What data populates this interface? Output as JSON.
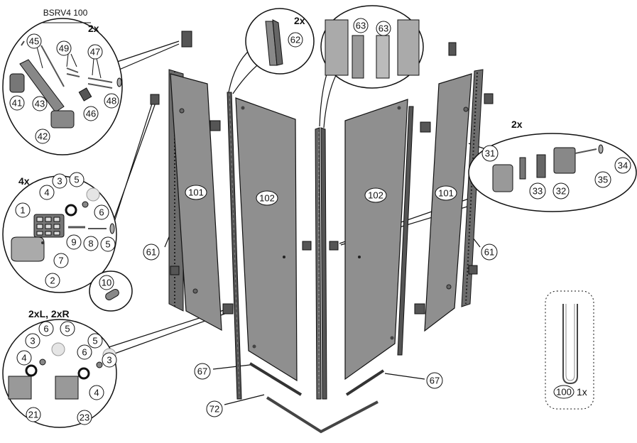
{
  "header": {
    "model": "BSRV4 100"
  },
  "quantities": {
    "hinge_kit": "2x",
    "top_profile": "2x",
    "profile_detail": "",
    "handle_kit": "2x",
    "mount_kit": "4x",
    "lr_kit": "2xL, 2xR",
    "accessory": "1x"
  },
  "parts": {
    "p1": "1",
    "p2": "2",
    "p3": "3",
    "p4": "4",
    "p5": "5",
    "p6": "6",
    "p7": "7",
    "p8": "8",
    "p9": "9",
    "p10": "10",
    "p21": "21",
    "p23": "23",
    "p31": "31",
    "p32": "32",
    "p33": "33",
    "p34": "34",
    "p35": "35",
    "p41": "41",
    "p42": "42",
    "p43": "43",
    "p45": "45",
    "p46": "46",
    "p47": "47",
    "p48": "48",
    "p49": "49",
    "p61": "61",
    "p62": "62",
    "p63": "63",
    "p67": "67",
    "p72": "72",
    "p100": "100",
    "p101": "101",
    "p102": "102"
  },
  "colors": {
    "glass": "#8f8f8f",
    "glass_dark": "#7f7f7f",
    "profile": "#555555",
    "line": "#111111"
  }
}
